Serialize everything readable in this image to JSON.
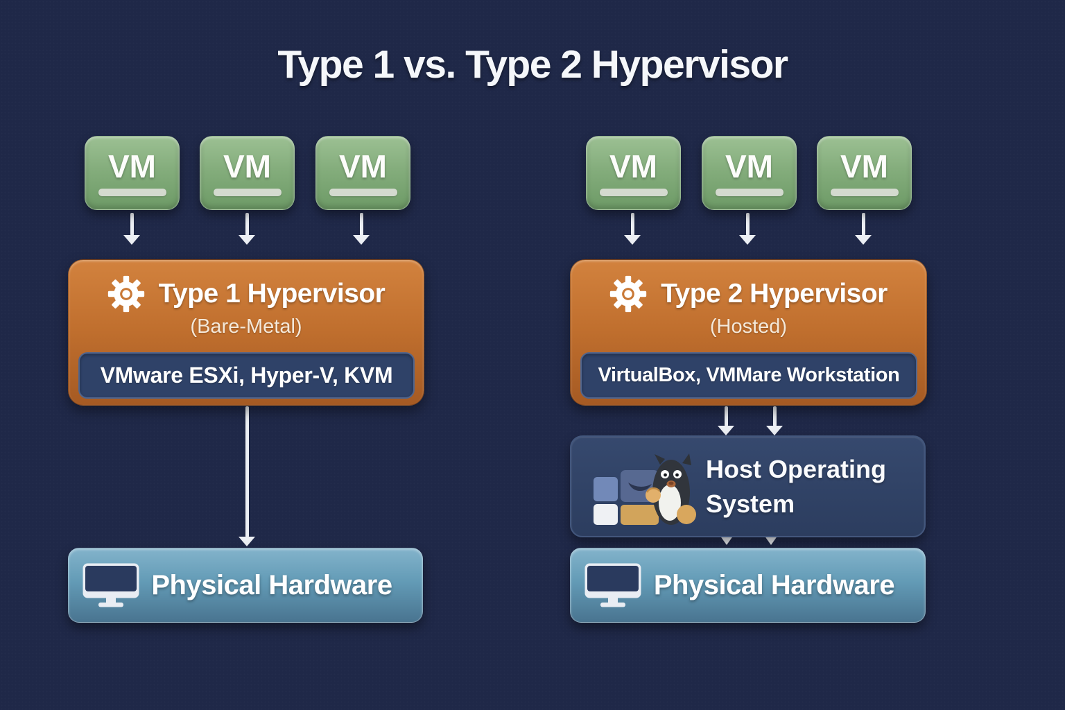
{
  "title": "Type 1 vs. Type 2 Hypervisor",
  "colors": {
    "background": "#1f2848",
    "vm_green": "#84ad7c",
    "hypervisor_orange": "#c06f2e",
    "pill_navy": "#2f4268",
    "host_os_navy": "#314468",
    "hardware_blue": "#639bb6",
    "arrow_white": "#eceff4",
    "text_white": "#ffffff"
  },
  "icons": {
    "hypervisor": "gear-icon",
    "hardware": "monitor-icon",
    "host_os": [
      "windows-squares-icon",
      "tux-penguin-icon"
    ]
  },
  "left_column": {
    "vms": [
      {
        "label": "VM"
      },
      {
        "label": "VM"
      },
      {
        "label": "VM"
      }
    ],
    "hypervisor": {
      "title": "Type 1 Hypervisor",
      "subtitle": "(Bare-Metal)",
      "examples": "VMware ESXi, Hyper-V, KVM"
    },
    "hardware": {
      "label": "Physical Hardware"
    }
  },
  "right_column": {
    "vms": [
      {
        "label": "VM"
      },
      {
        "label": "VM"
      },
      {
        "label": "VM"
      }
    ],
    "hypervisor": {
      "title": "Type 2 Hypervisor",
      "subtitle": "(Hosted)",
      "examples": "VirtualBox, VMMare Workstation"
    },
    "host_os": {
      "label": "Host Operating System"
    },
    "hardware": {
      "label": "Physical Hardware"
    }
  }
}
